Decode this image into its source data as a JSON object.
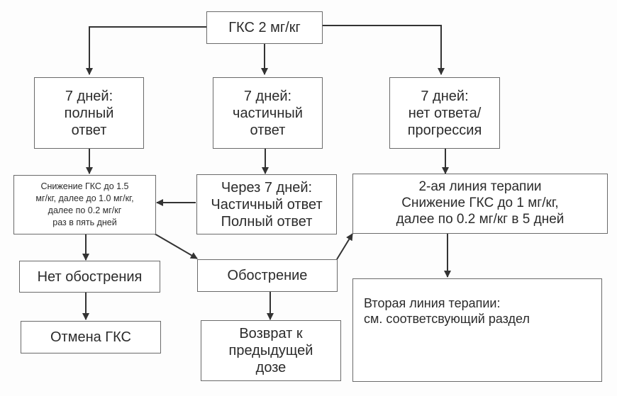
{
  "diagram": {
    "title_node": "ГКС 2 мг/кг",
    "nodes": {
      "full_response": "7 дней:\nполный\nответ",
      "partial_response": "7 дней:\nчастичный\nответ",
      "no_response": "7 дней:\nнет ответа/\nпрогрессия",
      "taper": "Снижение ГКС до 1.5\nмг/кг, далее до 1.0 мг/кг,\nдалее по 0.2 мг/кг\nраз в пять дней",
      "after_7_days": "Через 7 дней:\nЧастичный ответ\nПолный ответ",
      "second_line": "2-ая линия терапии\nСнижение ГКС до 1 мг/кг,\nдалее по 0.2 мг/кг в 5 дней",
      "no_flare": "Нет обострения",
      "flare": "Обострение",
      "stop_gcs": "Отмена ГКС",
      "return_dose": "Возврат к\nпредыдущей\nдозе",
      "second_line_ref": "Вторая линия терапии:\nсм. соответсвующий раздел"
    },
    "edges": [
      {
        "from": "title_node",
        "to": "full_response"
      },
      {
        "from": "title_node",
        "to": "partial_response"
      },
      {
        "from": "title_node",
        "to": "no_response"
      },
      {
        "from": "full_response",
        "to": "taper"
      },
      {
        "from": "partial_response",
        "to": "after_7_days"
      },
      {
        "from": "after_7_days",
        "to": "taper"
      },
      {
        "from": "no_response",
        "to": "second_line"
      },
      {
        "from": "taper",
        "to": "no_flare"
      },
      {
        "from": "taper",
        "to": "flare"
      },
      {
        "from": "flare",
        "to": "second_line"
      },
      {
        "from": "no_flare",
        "to": "stop_gcs"
      },
      {
        "from": "flare",
        "to": "return_dose"
      },
      {
        "from": "second_line",
        "to": "second_line_ref"
      }
    ]
  }
}
